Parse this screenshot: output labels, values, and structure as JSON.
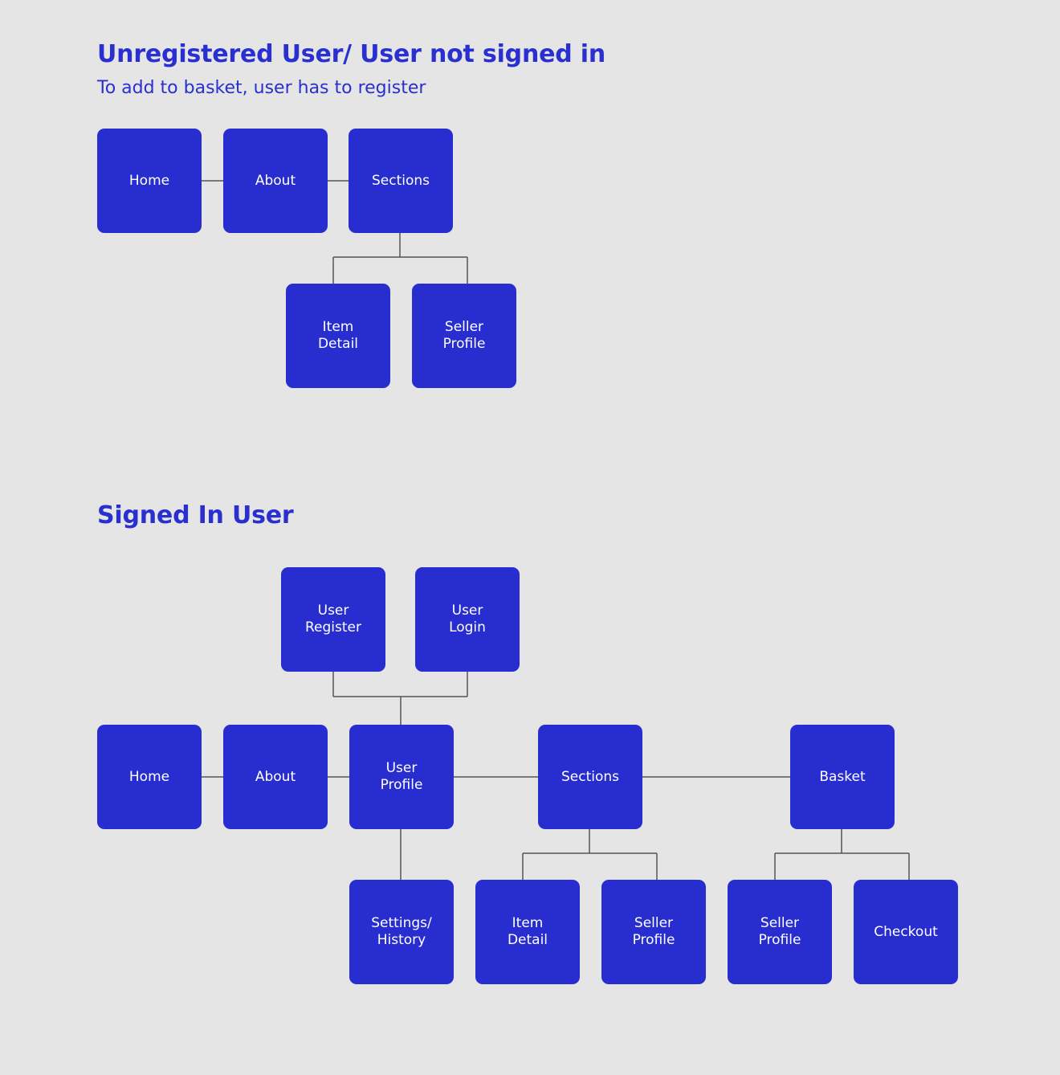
{
  "unregistered": {
    "title": "Unregistered User/ User not signed in",
    "subtitle": "To add to basket, user has to register",
    "nodes": {
      "home": "Home",
      "about": "About",
      "sections": "Sections",
      "item_detail": "Item\nDetail",
      "seller_profile": "Seller\nProfile"
    }
  },
  "signed_in": {
    "title": "Signed In User",
    "nodes": {
      "user_register": "User\nRegister",
      "user_login": "User\nLogin",
      "home": "Home",
      "about": "About",
      "user_profile": "User\nProfile",
      "sections": "Sections",
      "basket": "Basket",
      "settings_history": "Settings/\nHistory",
      "item_detail": "Item\nDetail",
      "seller_profile": "Seller\nProfile",
      "basket_seller_profile": "Seller\nProfile",
      "checkout": "Checkout"
    }
  },
  "colors": {
    "background": "#e5e5e6",
    "node_fill": "#282dd0",
    "heading": "#2a2fcf",
    "connector": "#555555",
    "node_text": "#ffffff"
  }
}
